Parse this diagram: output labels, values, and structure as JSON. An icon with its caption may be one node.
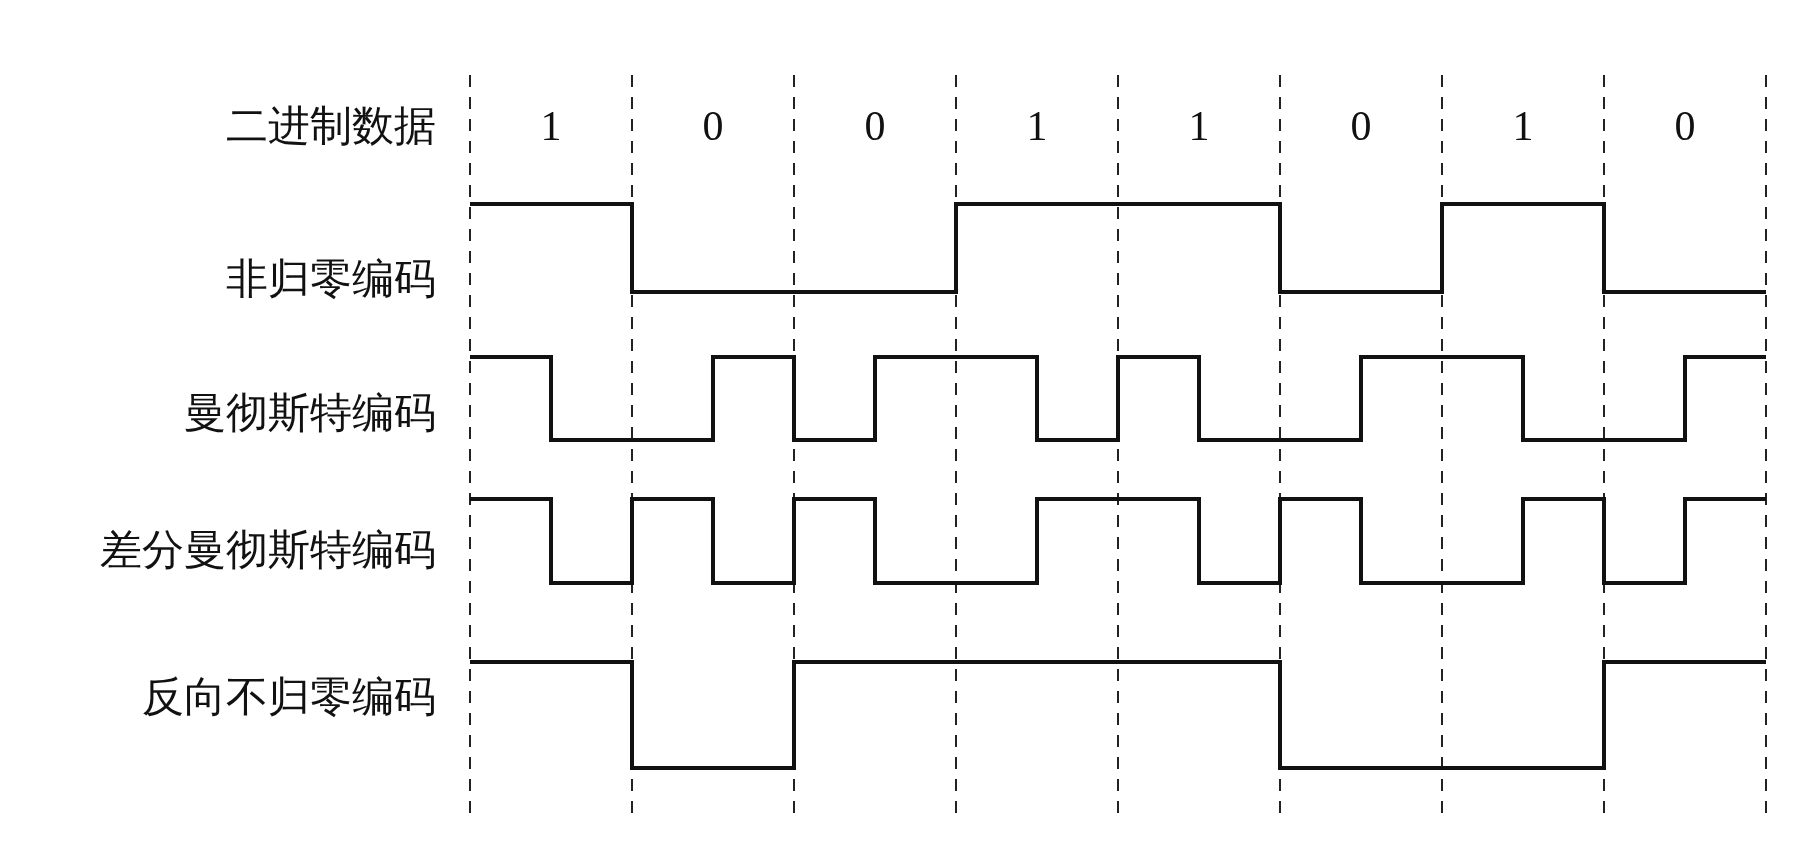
{
  "diagram": {
    "labels": [
      "二进制数据",
      "1",
      "0",
      "0",
      "1",
      "1",
      "0",
      "1",
      "0",
      "非归零编码",
      "曼彻斯特编码",
      "差分曼彻斯特编码",
      "反向不归零编码"
    ]
  }
}
